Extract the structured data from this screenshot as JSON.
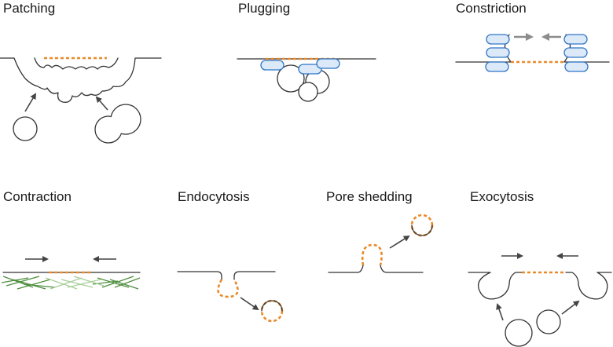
{
  "panels": [
    {
      "key": "patching",
      "label": "Patching"
    },
    {
      "key": "plugging",
      "label": "Plugging"
    },
    {
      "key": "constriction",
      "label": "Constriction"
    },
    {
      "key": "contraction",
      "label": "Contraction"
    },
    {
      "key": "endocytosis",
      "label": "Endocytosis"
    },
    {
      "key": "pore_shedding",
      "label": "Pore shedding"
    },
    {
      "key": "exocytosis",
      "label": "Exocytosis"
    }
  ],
  "colors": {
    "membrane": "#333333",
    "pore_edge": "#e98a2a",
    "annexin_fill": "#dbe9f8",
    "annexin_stroke": "#2f75c6",
    "actin_dark": "#4f8f3f",
    "actin_light": "#a8cf98",
    "arrow": "#444444",
    "arrow_grey": "#8c8c8c"
  }
}
